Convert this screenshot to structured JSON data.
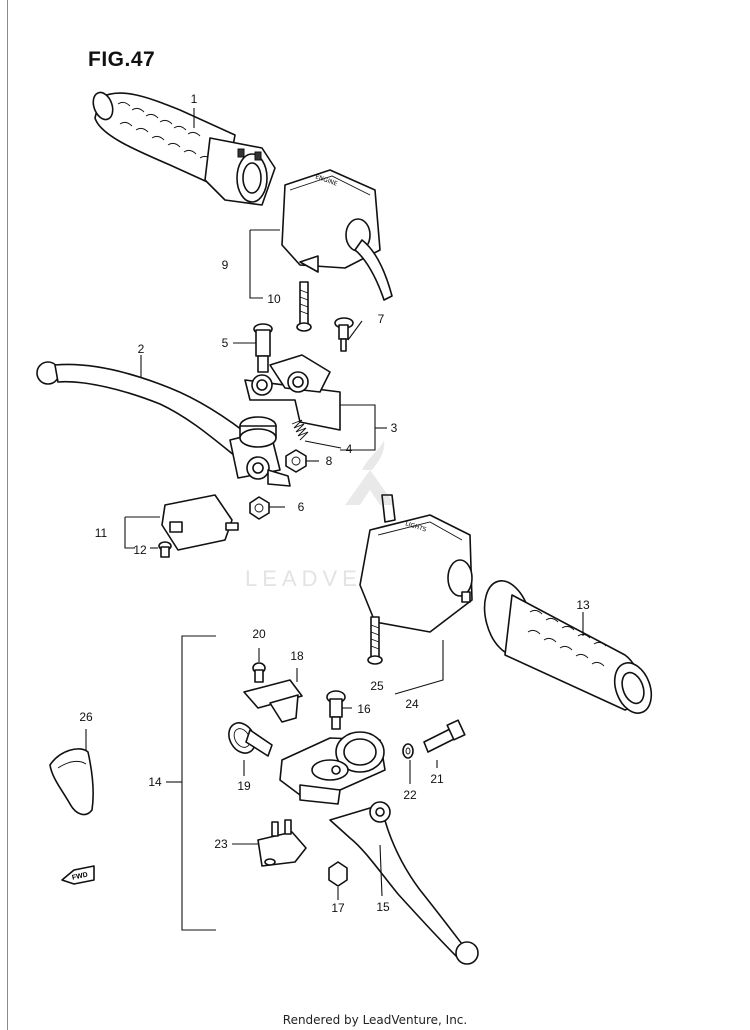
{
  "figure": {
    "title": "FIG.47",
    "watermark": "LEADVENTURE",
    "footer": "Rendered by LeadVenture, Inc.",
    "fwd_label": "FWD"
  },
  "callouts": [
    {
      "id": "1",
      "name": "callout-1"
    },
    {
      "id": "2",
      "name": "callout-2"
    },
    {
      "id": "3",
      "name": "callout-3"
    },
    {
      "id": "4",
      "name": "callout-4"
    },
    {
      "id": "5",
      "name": "callout-5"
    },
    {
      "id": "6",
      "name": "callout-6"
    },
    {
      "id": "7",
      "name": "callout-7"
    },
    {
      "id": "8",
      "name": "callout-8"
    },
    {
      "id": "9",
      "name": "callout-9"
    },
    {
      "id": "10",
      "name": "callout-10"
    },
    {
      "id": "11",
      "name": "callout-11"
    },
    {
      "id": "12",
      "name": "callout-12"
    },
    {
      "id": "13",
      "name": "callout-13"
    },
    {
      "id": "14",
      "name": "callout-14"
    },
    {
      "id": "15",
      "name": "callout-15"
    },
    {
      "id": "16",
      "name": "callout-16"
    },
    {
      "id": "17",
      "name": "callout-17"
    },
    {
      "id": "18",
      "name": "callout-18"
    },
    {
      "id": "19",
      "name": "callout-19"
    },
    {
      "id": "20",
      "name": "callout-20"
    },
    {
      "id": "21",
      "name": "callout-21"
    },
    {
      "id": "22",
      "name": "callout-22"
    },
    {
      "id": "23",
      "name": "callout-23"
    },
    {
      "id": "24",
      "name": "callout-24"
    },
    {
      "id": "25",
      "name": "callout-25"
    },
    {
      "id": "26",
      "name": "callout-26"
    }
  ]
}
